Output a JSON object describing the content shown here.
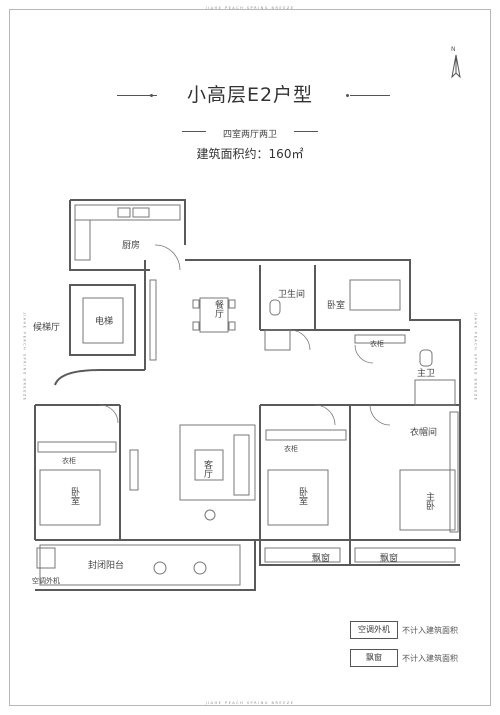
{
  "edge_text": "JIAHE PEACH SPRING BREEZE",
  "title": "小高层E2户型",
  "subtitle": "四室两厅两卫",
  "area_text": "建筑面积约：160㎡",
  "compass_label": "N",
  "rooms": {
    "kitchen": "厨房",
    "elevator": "电梯",
    "elevator_hall": "候梯厅",
    "dining": "餐厅",
    "bathroom": "卫生间",
    "bedroom_top": "卧室",
    "closet_top": "衣柜",
    "master_bath": "主卫",
    "walk_in_closet": "衣帽间",
    "living": "客厅",
    "bedroom_left": "卧室",
    "closet_left": "衣柜",
    "bedroom_mid": "卧室",
    "closet_mid": "衣柜",
    "master_bedroom": "主卧",
    "enclosed_balcony": "封闭阳台",
    "ac_unit": "空调外机",
    "bay_window_1": "飘窗",
    "bay_window_2": "飘窗"
  },
  "legend": [
    {
      "box": "空调外机",
      "text": "不计入建筑面积"
    },
    {
      "box": "飘窗",
      "text": "不计入建筑面积"
    }
  ]
}
